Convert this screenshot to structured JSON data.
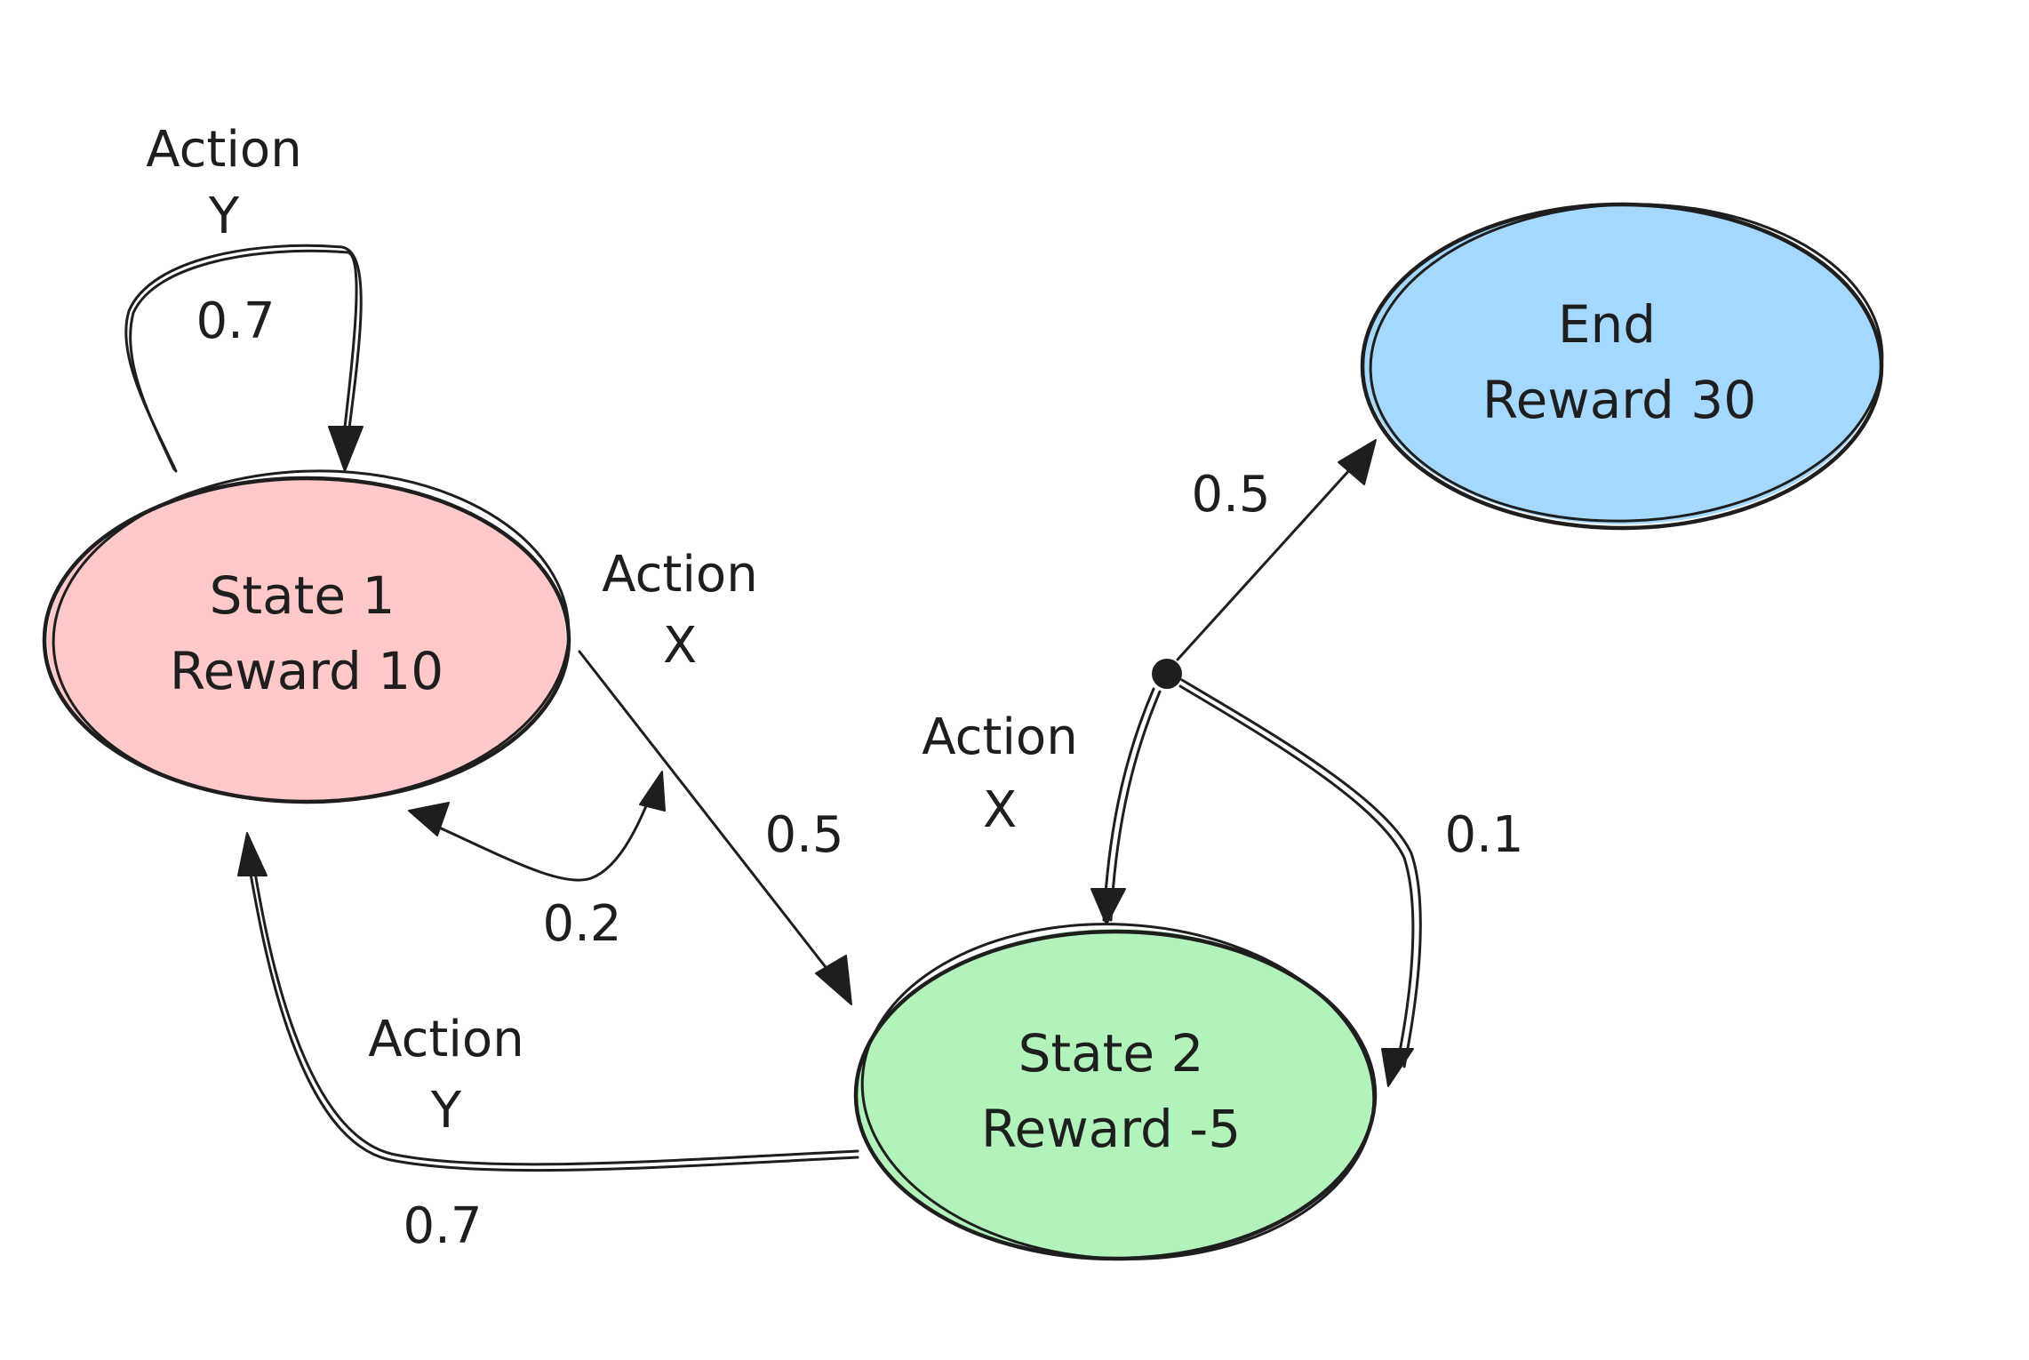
{
  "nodes": {
    "state1": {
      "line1": "State 1",
      "line2": "Reward 10",
      "fill": "#ffc9c9"
    },
    "state2": {
      "line1": "State 2",
      "line2": "Reward -5",
      "fill": "#b2f2bb"
    },
    "end": {
      "line1": "End",
      "line2": "Reward 30",
      "fill": "#a5d8ff"
    }
  },
  "edges": {
    "self_loop_s1": {
      "action_line1": "Action",
      "action_line2": "Y",
      "probability": "0.7"
    },
    "s1_action_x": {
      "action_line1": "Action",
      "action_line2": "X"
    },
    "s1_to_s2": {
      "probability": "0.5"
    },
    "s1_back_to_s1": {
      "probability": "0.2"
    },
    "s2_action_y": {
      "action_line1": "Action",
      "action_line2": "Y",
      "probability": "0.7"
    },
    "s2_action_x": {
      "action_line1": "Action",
      "action_line2": "X"
    },
    "s2_to_end": {
      "probability": "0.5"
    },
    "s2_to_s2": {
      "probability": "0.1"
    }
  },
  "colors": {
    "stroke": "#1e1e1e",
    "state1_fill": "#ffc9c9",
    "state2_fill": "#b2f2bb",
    "end_fill": "#a5d8ff"
  }
}
